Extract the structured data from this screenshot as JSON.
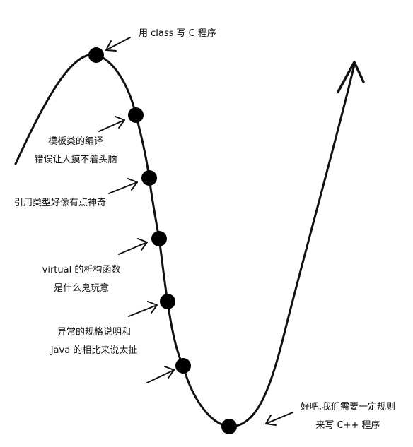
{
  "colors": {
    "background": "#ffffff",
    "ink": "#111111"
  },
  "annotations": [
    {
      "id": "class",
      "lines": [
        "用 class 写 C 程序"
      ]
    },
    {
      "id": "template",
      "lines": [
        "模板类的编译",
        "错误让人摸不着头脑"
      ]
    },
    {
      "id": "reference",
      "lines": [
        "引用类型好像有点神奇"
      ]
    },
    {
      "id": "virtual",
      "lines": [
        "virtual 的析构函数",
        "是什么鬼玩意"
      ]
    },
    {
      "id": "exception",
      "lines": [
        "异常的规格说明和",
        "Java 的相比来说太扯"
      ]
    },
    {
      "id": "final",
      "lines": [
        "好吧,我们需要一定规则",
        "来写 C++ 程序"
      ]
    }
  ]
}
